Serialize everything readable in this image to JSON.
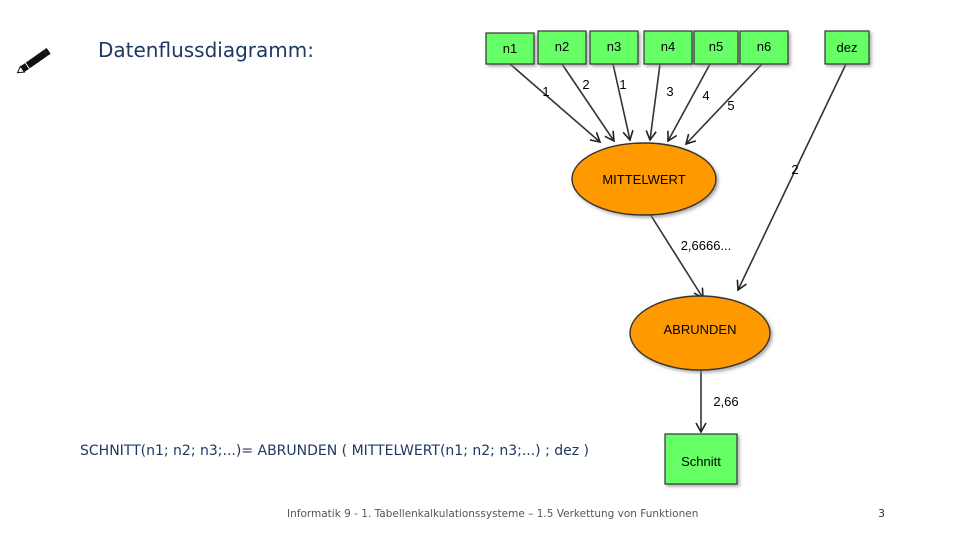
{
  "slide": {
    "title": "Datenflussdiagramm:",
    "formula": "SCHNITT(n1; n2; n3;...)= ABRUNDEN ( MITTELWERT(n1; n2; n3;...) ; dez )",
    "footer": "Informatik 9 - 1. Tabellenkalkulationssysteme – 1.5 Verkettung von Funktionen",
    "page_number": "3"
  },
  "diagram": {
    "inputs": [
      "n1",
      "n2",
      "n3",
      "n4",
      "n5",
      "n6",
      "dez"
    ],
    "input_values": [
      "1",
      "2",
      "1",
      "3",
      "4",
      "5",
      "2"
    ],
    "functions": [
      "MITTELWERT",
      "ABRUNDEN"
    ],
    "intermediate_value": "2,6666...",
    "output_value": "2,66",
    "output": "Schnitt"
  },
  "colors": {
    "input_box": "#66ff66",
    "function_ellipse": "#ff9900",
    "title_text": "#1f3864"
  }
}
